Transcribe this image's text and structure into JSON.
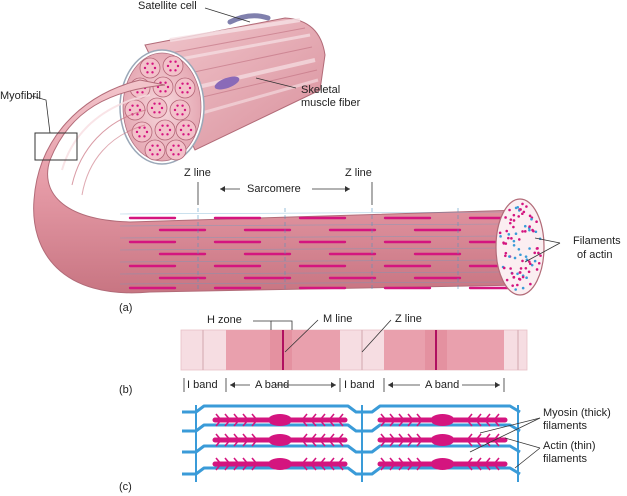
{
  "labels": {
    "satellite_cell": "Satellite cell",
    "skeletal_line1": "Skeletal",
    "skeletal_line2": "muscle fiber",
    "myofibril": "Myofibril",
    "z_line_left": "Z line",
    "sarcomere": "Sarcomere",
    "z_line_right": "Z line",
    "filaments_line1": "Filaments",
    "filaments_line2": "of actin",
    "h_zone": "H zone",
    "m_line": "M line",
    "z_line_b": "Z line",
    "i_band_1": "I band",
    "a_band_1": "A band",
    "i_band_2": "I band",
    "a_band_2": "A band",
    "myosin_line1": "Myosin (thick)",
    "myosin_line2": "filaments",
    "actin_line1": "Actin (thin)",
    "actin_line2": "filaments"
  },
  "panels": {
    "a": "(a)",
    "b": "(b)",
    "c": "(c)"
  },
  "colors": {
    "fiber": "#e8a3ad",
    "fiber_dark": "#c96f7d",
    "myosin": "#d4157f",
    "actin": "#3a9bd8",
    "band_a": "#e9a0ad",
    "band_i": "#f7e3e6"
  }
}
